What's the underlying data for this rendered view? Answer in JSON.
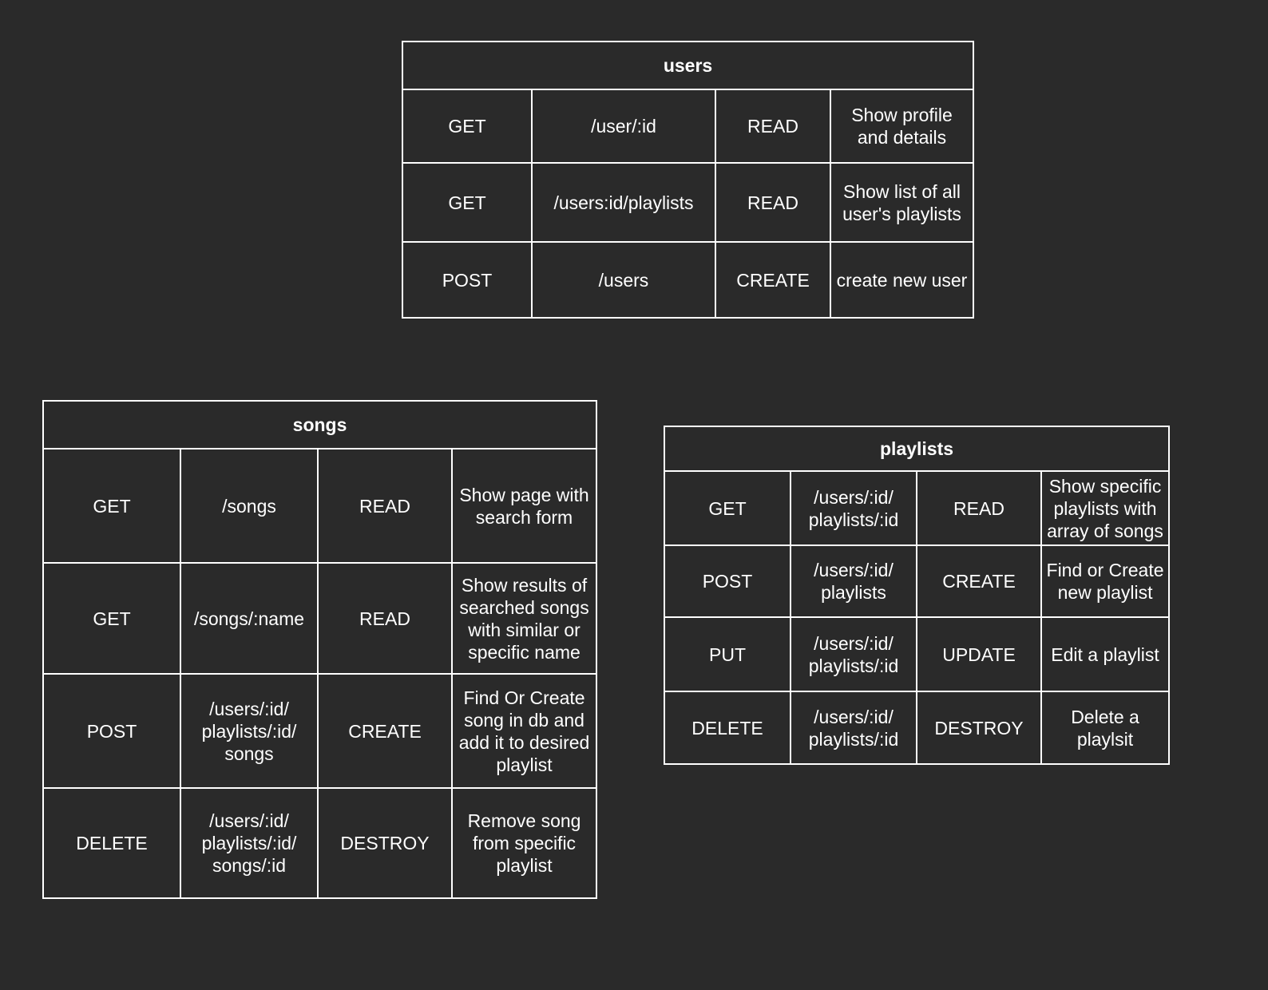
{
  "users": {
    "title": "users",
    "rows": [
      {
        "method": "GET",
        "path": "/user/:id",
        "action": "READ",
        "description": "Show profile\nand details"
      },
      {
        "method": "GET",
        "path": "/users:id/playlists",
        "action": "READ",
        "description": "Show list of all\nuser's playlists"
      },
      {
        "method": "POST",
        "path": "/users",
        "action": "CREATE",
        "description": "create new user"
      }
    ]
  },
  "songs": {
    "title": "songs",
    "rows": [
      {
        "method": "GET",
        "path": "/songs",
        "action": "READ",
        "description": "Show page with\nsearch form"
      },
      {
        "method": "GET",
        "path": "/songs/:name",
        "action": "READ",
        "description": "Show results of\nsearched songs\nwith similar or\nspecific name"
      },
      {
        "method": "POST",
        "path": "/users/:id/\nplaylists/:id/\nsongs",
        "action": "CREATE",
        "description": "Find Or Create\nsong in db and\nadd it to desired\nplaylist"
      },
      {
        "method": "DELETE",
        "path": "/users/:id/\nplaylists/:id/\nsongs/:id",
        "action": "DESTROY",
        "description": "Remove song\nfrom specific\nplaylist"
      }
    ]
  },
  "playlists": {
    "title": "playlists",
    "rows": [
      {
        "method": "GET",
        "path": "/users/:id/\nplaylists/:id",
        "action": "READ",
        "description": "Show specific\nplaylists with\narray of songs"
      },
      {
        "method": "POST",
        "path": "/users/:id/\nplaylists",
        "action": "CREATE",
        "description": "Find or Create\nnew playlist"
      },
      {
        "method": "PUT",
        "path": "/users/:id/\nplaylists/:id",
        "action": "UPDATE",
        "description": "Edit a playlist"
      },
      {
        "method": "DELETE",
        "path": "/users/:id/\nplaylists/:id",
        "action": "DESTROY",
        "description": "Delete a\nplaylsit"
      }
    ]
  }
}
